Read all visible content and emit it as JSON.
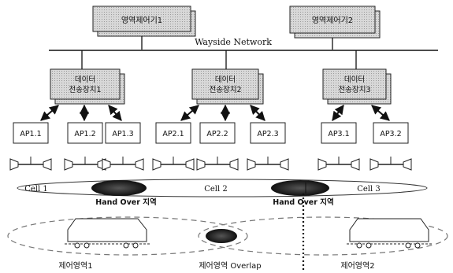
{
  "controllers": [
    {
      "label": "영역제어기1"
    },
    {
      "label": "영역제어기2"
    }
  ],
  "network": {
    "label": "Wayside Network"
  },
  "transmitters": [
    {
      "label_line1": "데이터",
      "label_line2": "전송장치1"
    },
    {
      "label_line1": "데이터",
      "label_line2": "전송장치2"
    },
    {
      "label_line1": "데이터",
      "label_line2": "전송장치3"
    }
  ],
  "aps": [
    {
      "label": "AP1.1"
    },
    {
      "label": "AP1.2"
    },
    {
      "label": "AP1.3"
    },
    {
      "label": "AP2.1"
    },
    {
      "label": "AP2.2"
    },
    {
      "label": "AP2.3"
    },
    {
      "label": "AP3.1"
    },
    {
      "label": "AP3.2"
    }
  ],
  "cells": [
    {
      "label": "Cell 1"
    },
    {
      "label": "Cell 2"
    },
    {
      "label": "Cell 3"
    }
  ],
  "handovers": [
    {
      "label": "Hand Over 지역"
    },
    {
      "label": "Hand Over 지역"
    }
  ],
  "zones": [
    {
      "label": "제어영역1"
    },
    {
      "label": "제어영역 Overlap"
    },
    {
      "label": "제어영역2"
    }
  ]
}
